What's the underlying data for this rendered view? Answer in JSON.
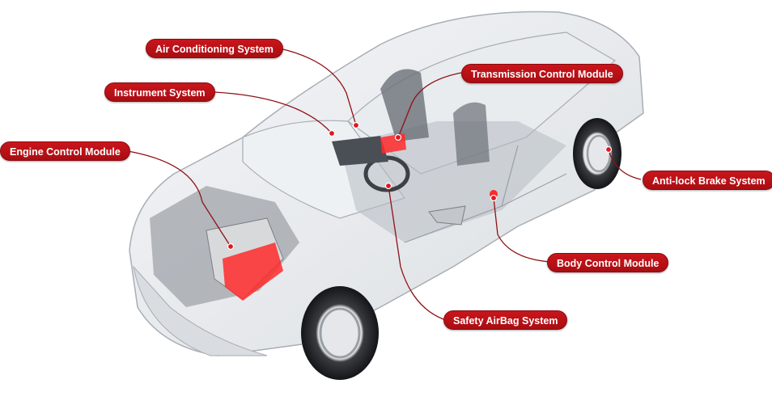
{
  "labels": {
    "air_conditioning": "Air Conditioning System",
    "instrument": "Instrument System",
    "engine_control": "Engine Control Module",
    "transmission": "Transmission Control Module",
    "anti_lock_brake": "Anti-lock Brake System",
    "body_control": "Body Control Module",
    "safety_airbag": "Safety AirBag System"
  },
  "colors": {
    "accent": "#c9161c",
    "label_text": "#ffffff",
    "leader_line": "#8e1015",
    "car_body": "#cfd3d8",
    "highlight": "#ff2a2a"
  }
}
